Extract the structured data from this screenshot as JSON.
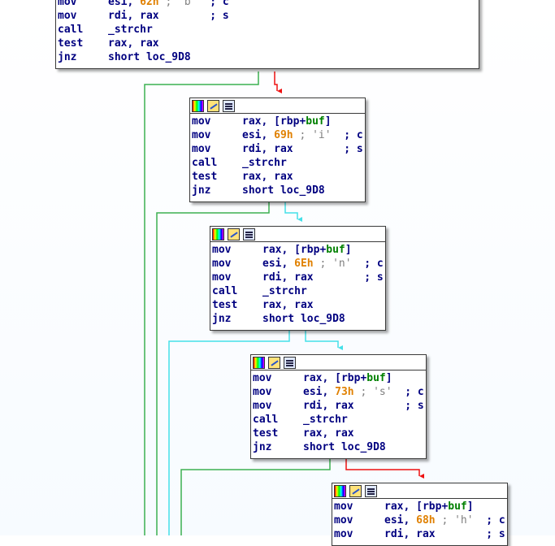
{
  "colors": {
    "edge_unconditional": "#3cb050",
    "edge_true": "#44e0e8",
    "edge_false": "#ee1111",
    "immediate": "#e08000",
    "operand": "#000080",
    "comment": "#808080",
    "symbol": "#008000"
  },
  "toolbar_icons": [
    "color-picker-icon",
    "rename-icon",
    "graph-overview-icon"
  ],
  "blocks": [
    {
      "lines": [
        {
          "mn": "mov",
          "op": "esi, ",
          "imm": "62h",
          "cmt": " ; 'b'",
          "tail": "  ; c"
        },
        {
          "mn": "mov",
          "op": "rdi, rax",
          "tail": "        ; s"
        },
        {
          "mn": "call",
          "op": "_strchr"
        },
        {
          "mn": "test",
          "op": "rax, rax"
        },
        {
          "mn": "jnz",
          "op": "short loc_9D8"
        }
      ]
    },
    {
      "lines": [
        {
          "mn": "mov",
          "op": "rax, [rbp+",
          "sym": "buf",
          "op2": "]"
        },
        {
          "mn": "mov",
          "op": "esi, ",
          "imm": "69h",
          "cmt": " ; 'i'",
          "tail": "  ; c"
        },
        {
          "mn": "mov",
          "op": "rdi, rax",
          "tail": "        ; s"
        },
        {
          "mn": "call",
          "op": "_strchr"
        },
        {
          "mn": "test",
          "op": "rax, rax"
        },
        {
          "mn": "jnz",
          "op": "short loc_9D8"
        }
      ]
    },
    {
      "lines": [
        {
          "mn": "mov",
          "op": "rax, [rbp+",
          "sym": "buf",
          "op2": "]"
        },
        {
          "mn": "mov",
          "op": "esi, ",
          "imm": "6Eh",
          "cmt": " ; 'n'",
          "tail": "  ; c"
        },
        {
          "mn": "mov",
          "op": "rdi, rax",
          "tail": "        ; s"
        },
        {
          "mn": "call",
          "op": "_strchr"
        },
        {
          "mn": "test",
          "op": "rax, rax"
        },
        {
          "mn": "jnz",
          "op": "short loc_9D8"
        }
      ]
    },
    {
      "lines": [
        {
          "mn": "mov",
          "op": "rax, [rbp+",
          "sym": "buf",
          "op2": "]"
        },
        {
          "mn": "mov",
          "op": "esi, ",
          "imm": "73h",
          "cmt": " ; 's'",
          "tail": "  ; c"
        },
        {
          "mn": "mov",
          "op": "rdi, rax",
          "tail": "        ; s"
        },
        {
          "mn": "call",
          "op": "_strchr"
        },
        {
          "mn": "test",
          "op": "rax, rax"
        },
        {
          "mn": "jnz",
          "op": "short loc_9D8"
        }
      ]
    },
    {
      "lines": [
        {
          "mn": "mov",
          "op": "rax, [rbp+",
          "sym": "buf",
          "op2": "]"
        },
        {
          "mn": "mov",
          "op": "esi, ",
          "imm": "68h",
          "cmt": " ; 'h'",
          "tail": "  ; c"
        },
        {
          "mn": "mov",
          "op": "rdi, rax",
          "tail": "        ; s"
        }
      ]
    }
  ]
}
